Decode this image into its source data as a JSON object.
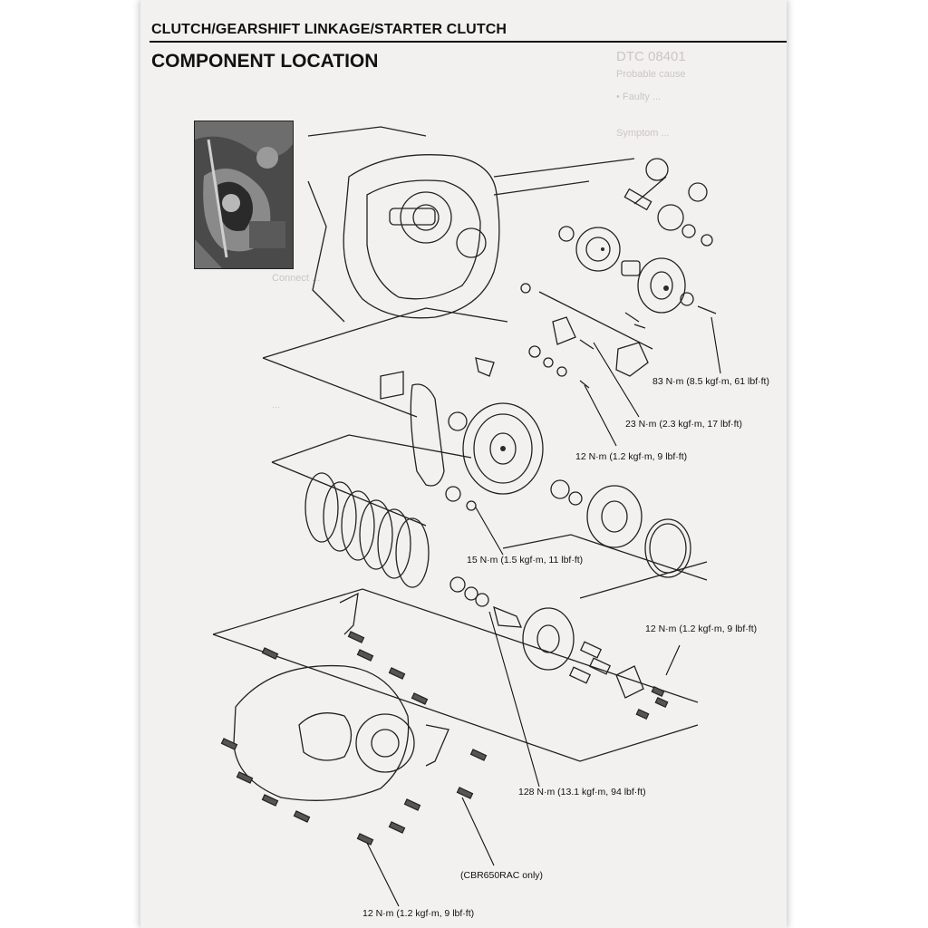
{
  "header": {
    "section": "CLUTCH/GEARSHIFT LINKAGE/STARTER CLUTCH",
    "title": "COMPONENT LOCATION"
  },
  "torque_labels": {
    "starter_bolt": "83 N·m (8.5 kgf·m, 61 lbf·ft)",
    "shift_drum_bolt": "23 N·m (2.3 kgf·m, 17 lbf·ft)",
    "stopper_bolt": "12 N·m (1.2 kgf·m, 9 lbf·ft)",
    "oil_pump_sprocket": "15 N·m (1.5 kgf·m, 11 lbf·ft)",
    "lifter_plate_bolt": "12 N·m (1.2 kgf·m, 9 lbf·ft)",
    "clutch_center_nut": "128 N·m (13.1 kgf·m, 94 lbf·ft)",
    "cover_bolts": "12 N·m (1.2 kgf·m, 9 lbf·ft)"
  },
  "notes": {
    "model_note": "(CBR650RAC only)"
  },
  "colors": {
    "paper": "#f3f1ef",
    "ink": "#111111",
    "ghost_text": "#c9c6c3"
  }
}
